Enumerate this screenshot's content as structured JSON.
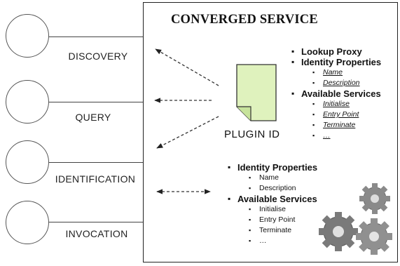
{
  "title": "CONVERGED SERVICE",
  "interfaces": [
    {
      "label": "DISCOVERY"
    },
    {
      "label": "QUERY"
    },
    {
      "label": "IDENTIFICATION"
    },
    {
      "label": "INVOCATION"
    }
  ],
  "plugin_label": "PLUGIN ID",
  "upper_list": {
    "lookup": "Lookup Proxy",
    "identity": "Identity Properties",
    "identity_items": [
      "Name",
      "Description"
    ],
    "services": "Available Services",
    "service_items": [
      "Initialise",
      "Entry Point",
      "Terminate",
      "…"
    ]
  },
  "lower_list": {
    "identity": "Identity Properties",
    "identity_items": [
      "Name",
      "Description"
    ],
    "services": "Available Services",
    "service_items": [
      "Initialise",
      "Entry Point",
      "Terminate",
      "…"
    ]
  },
  "colors": {
    "document_fill": "#dff2bd",
    "gear_fill": "#8a8a8a",
    "line": "#333333"
  },
  "icons": [
    "document-icon",
    "gears-icon"
  ]
}
